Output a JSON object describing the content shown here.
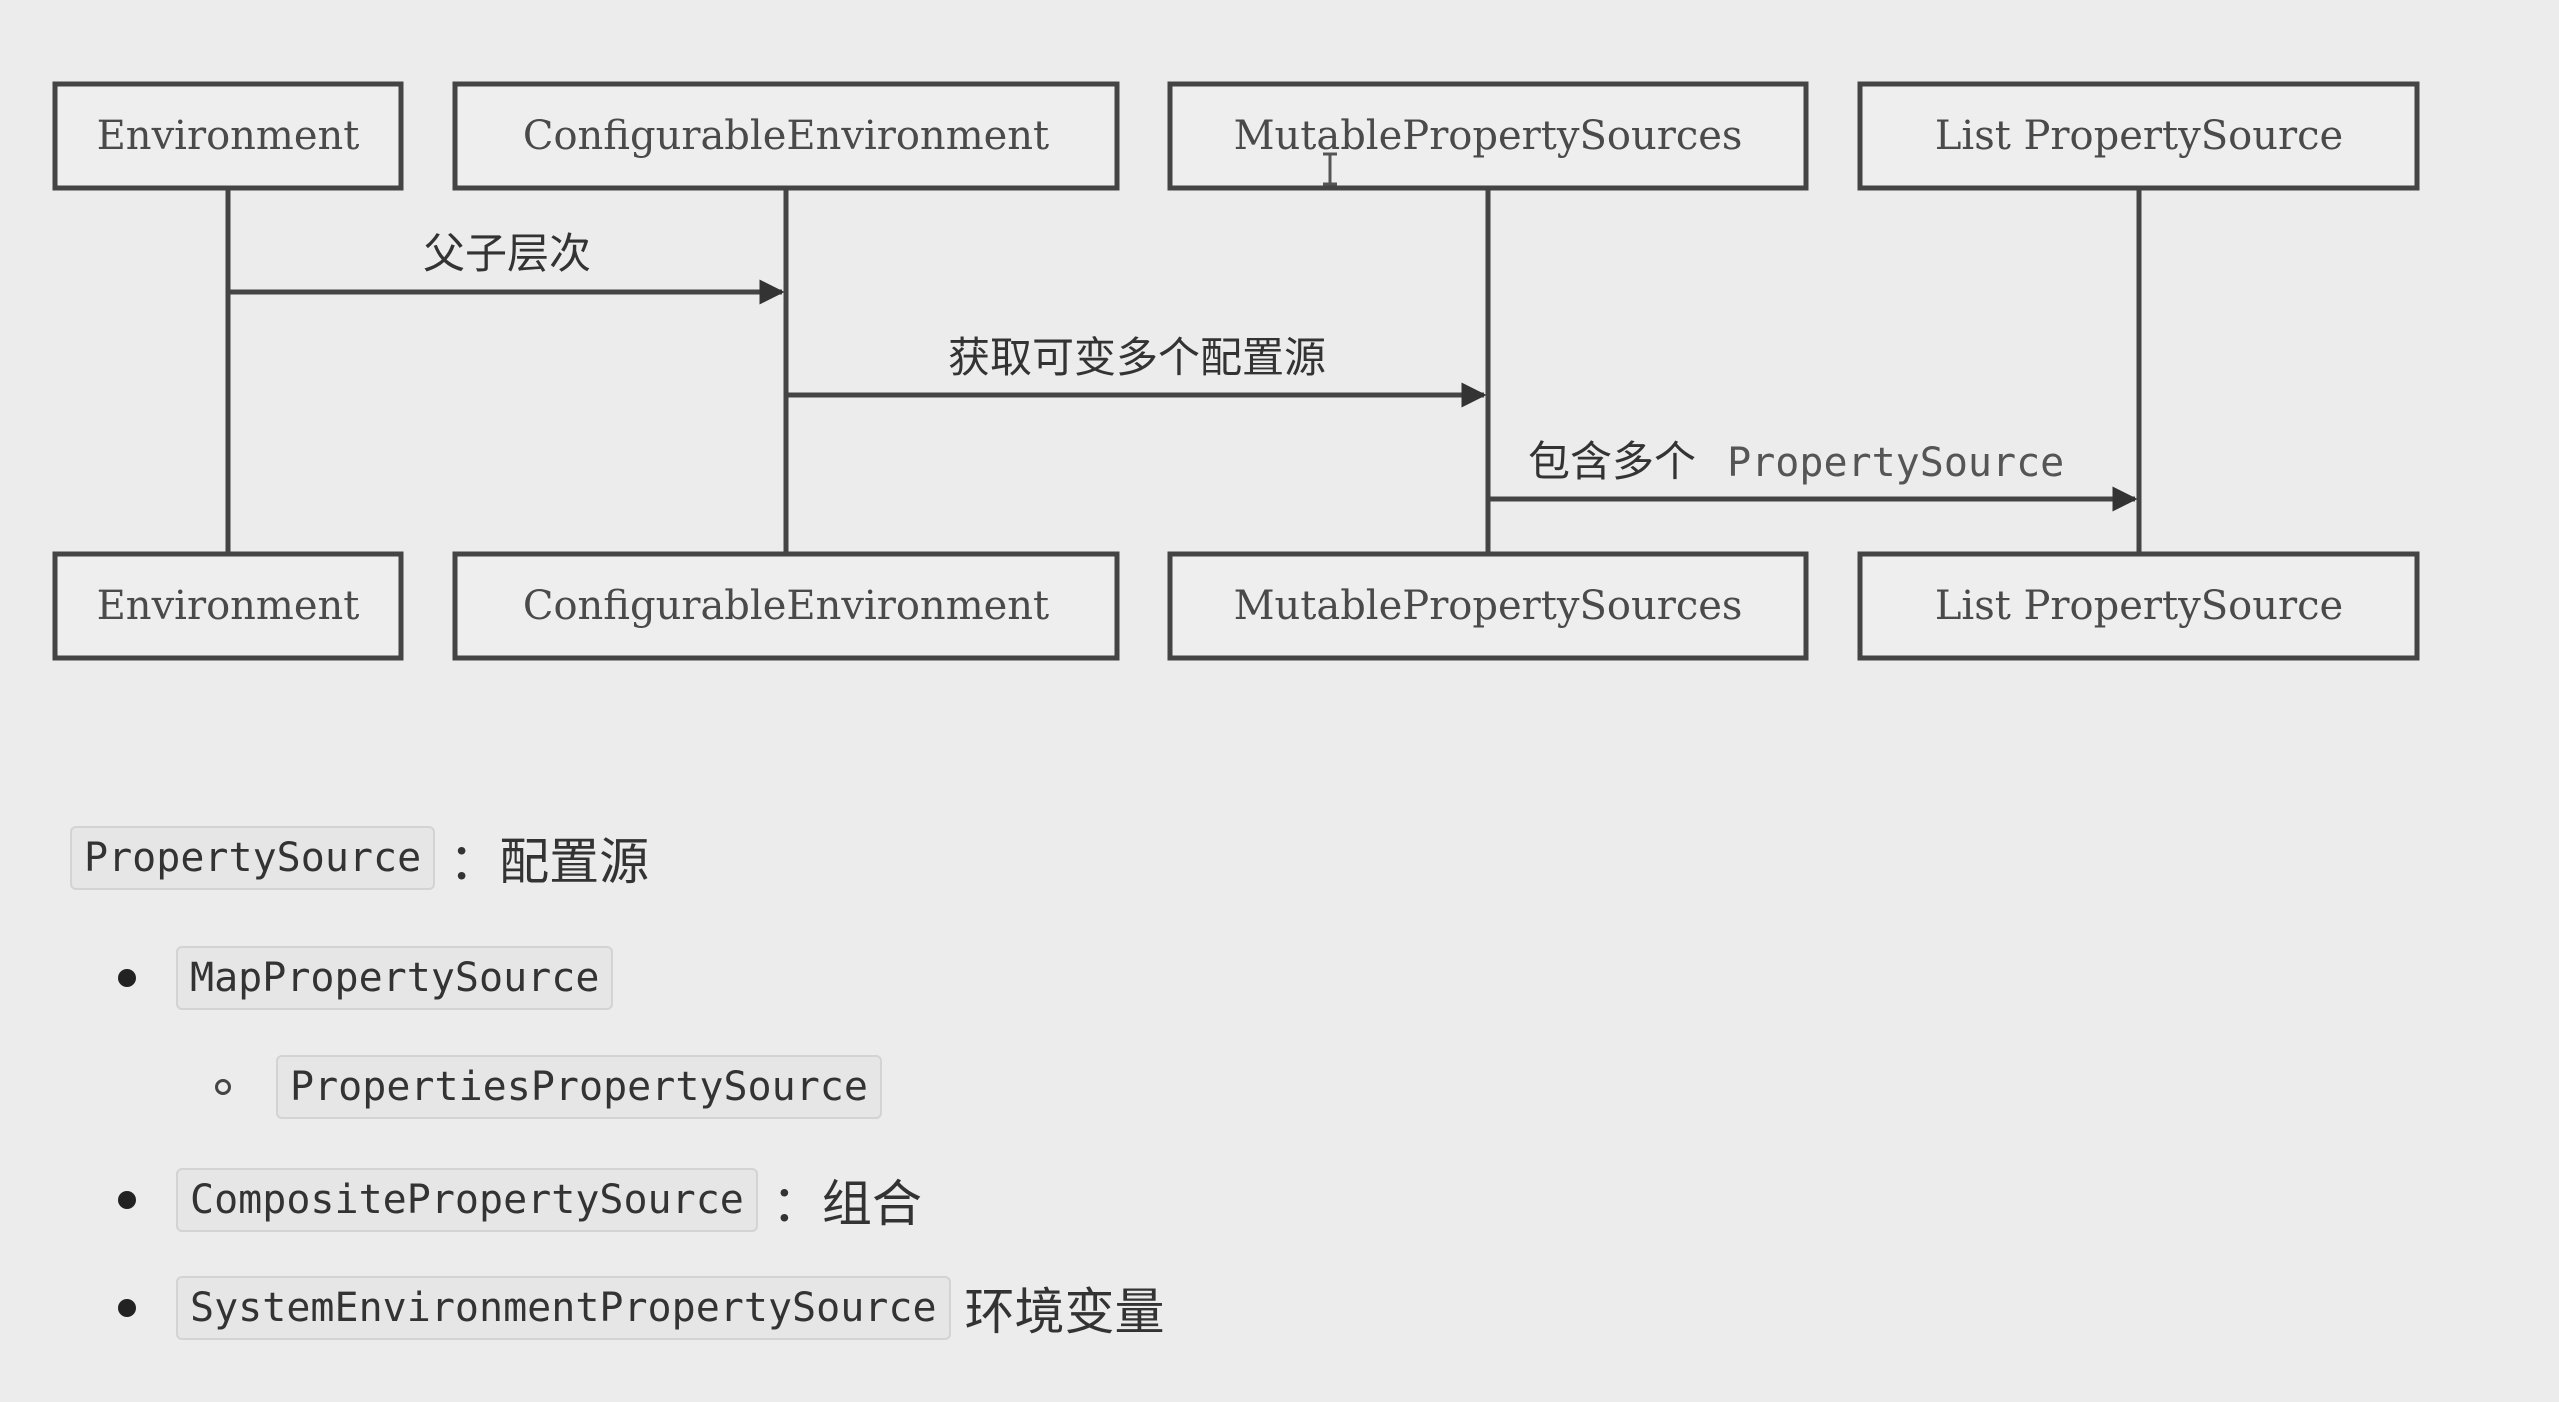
{
  "diagram": {
    "participants": [
      {
        "name": "Environment"
      },
      {
        "name": "ConfigurableEnvironment"
      },
      {
        "name": "MutablePropertySources"
      },
      {
        "name": "List PropertySource"
      }
    ],
    "messages": [
      {
        "from": 0,
        "to": 1,
        "label": "父子层次",
        "code": ""
      },
      {
        "from": 1,
        "to": 2,
        "label": "获取可变多个配置源",
        "code": ""
      },
      {
        "from": 2,
        "to": 3,
        "label": "包含多个",
        "code": "PropertySource"
      }
    ]
  },
  "notes": {
    "heading": {
      "code": "PropertySource",
      "desc": "：配置源"
    },
    "items": [
      {
        "level": 1,
        "code": "MapPropertySource",
        "desc": ""
      },
      {
        "level": 2,
        "code": "PropertiesPropertySource",
        "desc": ""
      },
      {
        "level": 1,
        "code": "CompositePropertySource",
        "desc": "：组合"
      },
      {
        "level": 1,
        "code": "SystemEnvironmentPropertySource",
        "desc": "环境变量"
      }
    ]
  }
}
